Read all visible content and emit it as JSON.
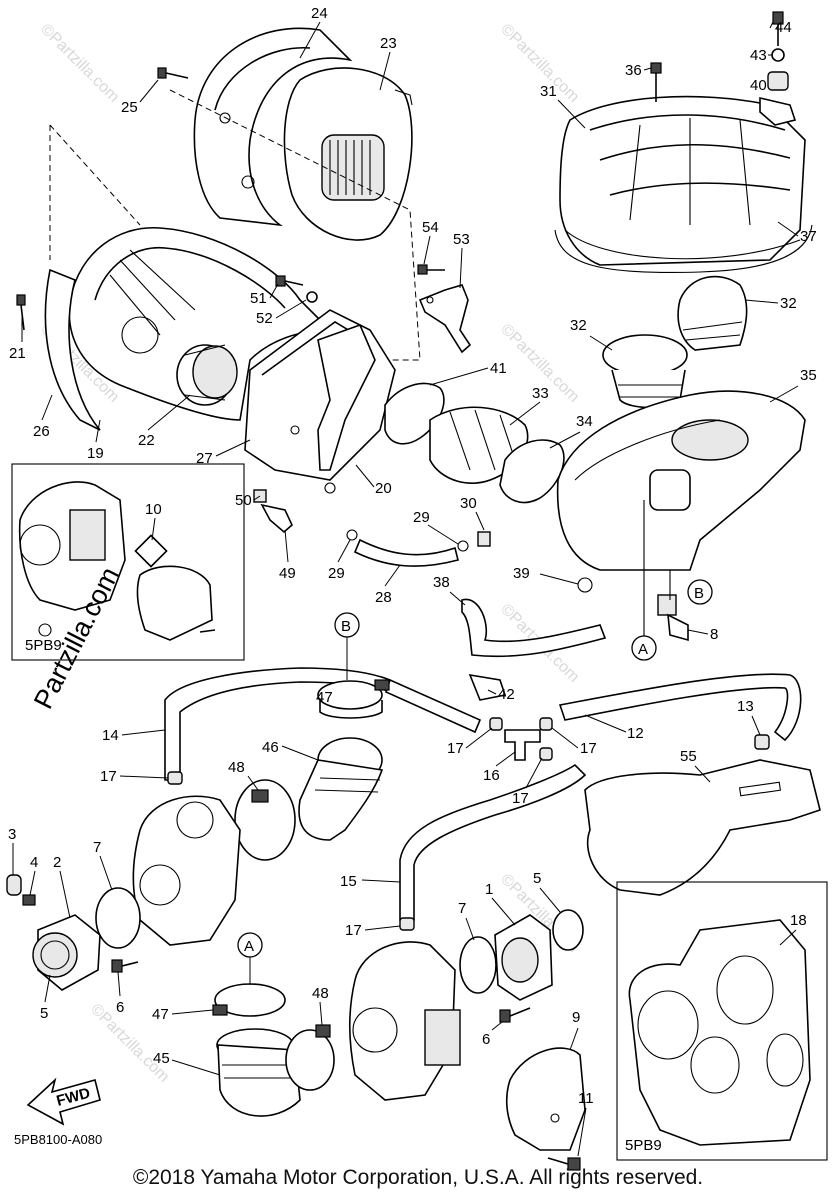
{
  "drawing_code": "5PB8100-A080",
  "copyright": "©2018 Yamaha Motor Corporation, U.S.A. All rights reserved.",
  "watermark": "©Partzilla.com",
  "watermark_big": "Partzilla.com",
  "fwd_label": "FWD",
  "inset_labels": {
    "left": "5PB9",
    "right": "5PB9"
  },
  "ref_letters": {
    "a": "A",
    "b": "B"
  },
  "callouts": {
    "c1": "1",
    "c2": "2",
    "c3": "3",
    "c4": "4",
    "c5a": "5",
    "c5b": "5",
    "c6a": "6",
    "c6b": "6",
    "c7a": "7",
    "c7b": "7",
    "c8": "8",
    "c9": "9",
    "c10": "10",
    "c11": "11",
    "c12": "12",
    "c13": "13",
    "c14": "14",
    "c15": "15",
    "c16": "16",
    "c17a": "17",
    "c17b": "17",
    "c17c": "17",
    "c17d": "17",
    "c17e": "17",
    "c18": "18",
    "c19": "19",
    "c20": "20",
    "c21": "21",
    "c22": "22",
    "c23": "23",
    "c24": "24",
    "c25": "25",
    "c26": "26",
    "c27": "27",
    "c28": "28",
    "c29a": "29",
    "c29b": "29",
    "c30": "30",
    "c31": "31",
    "c32a": "32",
    "c32b": "32",
    "c33": "33",
    "c34": "34",
    "c35": "35",
    "c36": "36",
    "c37": "37",
    "c38": "38",
    "c39": "39",
    "c40": "40",
    "c41": "41",
    "c42": "42",
    "c43": "43",
    "c44": "44",
    "c45": "45",
    "c46": "46",
    "c47a": "47",
    "c47b": "47",
    "c48a": "48",
    "c48b": "48",
    "c49": "49",
    "c50": "50",
    "c51": "51",
    "c52": "52",
    "c53": "53",
    "c54": "54",
    "c55": "55"
  }
}
